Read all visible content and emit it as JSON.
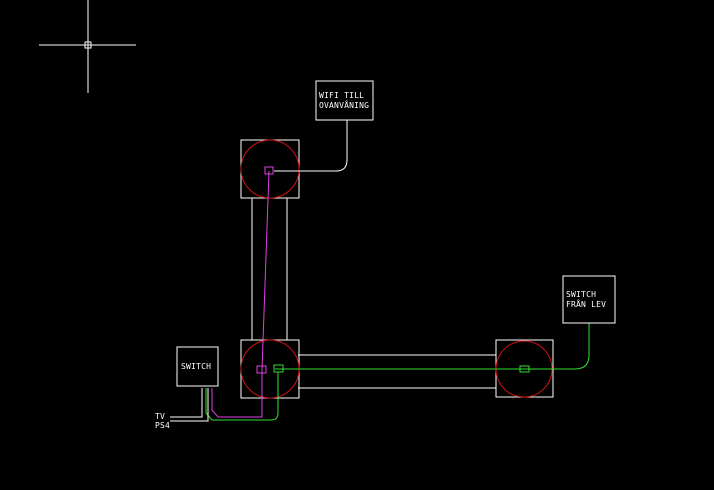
{
  "drawing": {
    "background": "#000000",
    "labels": {
      "wifi_line1": "WIFI TILL",
      "wifi_line2": "OVANVÅNING",
      "switch_lev_line1": "SWITCH",
      "switch_lev_line2": "FRÅN LEV",
      "switch_box": "SWITCH",
      "tv": "TV",
      "ps4": "PS4"
    },
    "colors": {
      "outline": "#ffffff",
      "manhole": "#d01010",
      "magenta_cable": "#e040e0",
      "green_cable": "#30e030"
    }
  }
}
